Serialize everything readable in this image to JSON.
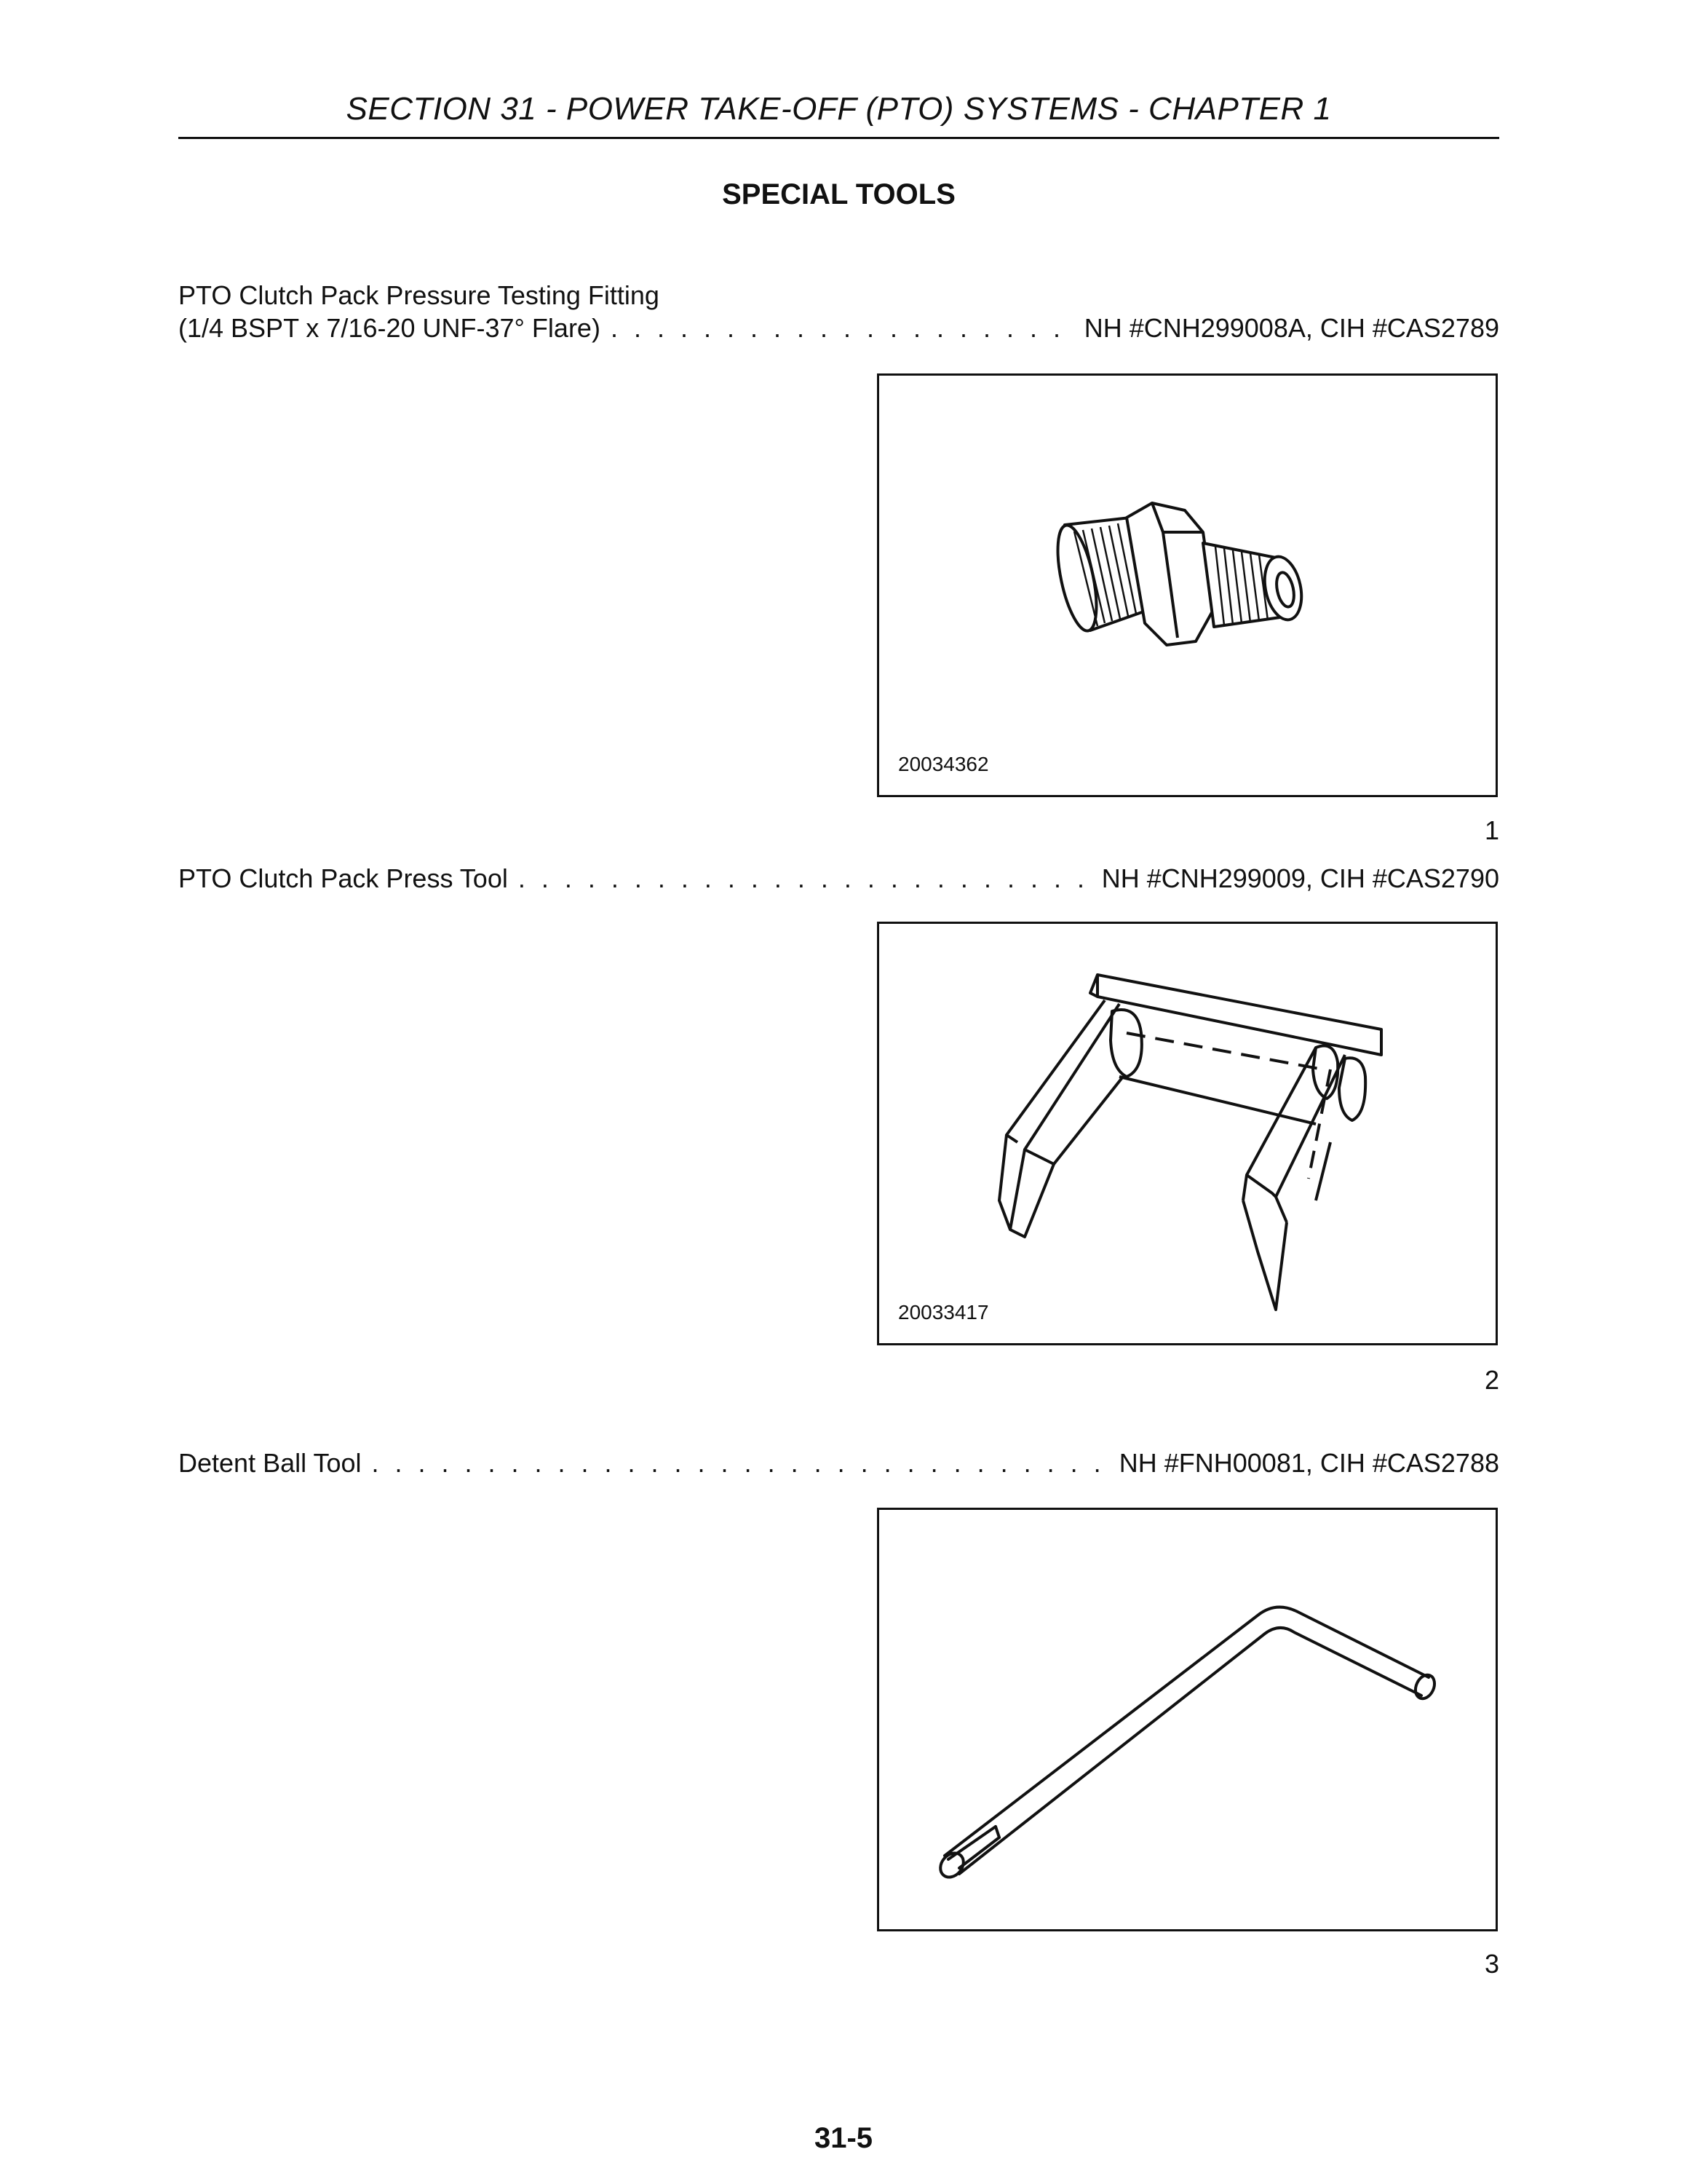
{
  "header": {
    "section_title": "SECTION 31 - POWER TAKE-OFF (PTO) SYSTEMS - CHAPTER 1"
  },
  "title": "SPECIAL TOOLS",
  "tools": [
    {
      "name_line1": "PTO Clutch Pack Pressure Testing Fitting",
      "name_line2": "(1/4 BSPT x 7/16-20 UNF-37° Flare)",
      "part_numbers": "NH #CNH299008A, CIH #CAS2789",
      "figure_id": "20034362",
      "figure_number": "1",
      "illustration": "pressure-fitting-icon"
    },
    {
      "name_line1": "PTO Clutch Pack Press Tool",
      "part_numbers": "NH #CNH299009, CIH #CAS2790",
      "figure_id": "20033417",
      "figure_number": "2",
      "illustration": "press-tool-icon"
    },
    {
      "name_line1": "Detent Ball Tool",
      "part_numbers": "NH #FNH00081, CIH #CAS2788",
      "figure_number": "3",
      "illustration": "detent-ball-tool-icon"
    }
  ],
  "page_number": "31-5"
}
